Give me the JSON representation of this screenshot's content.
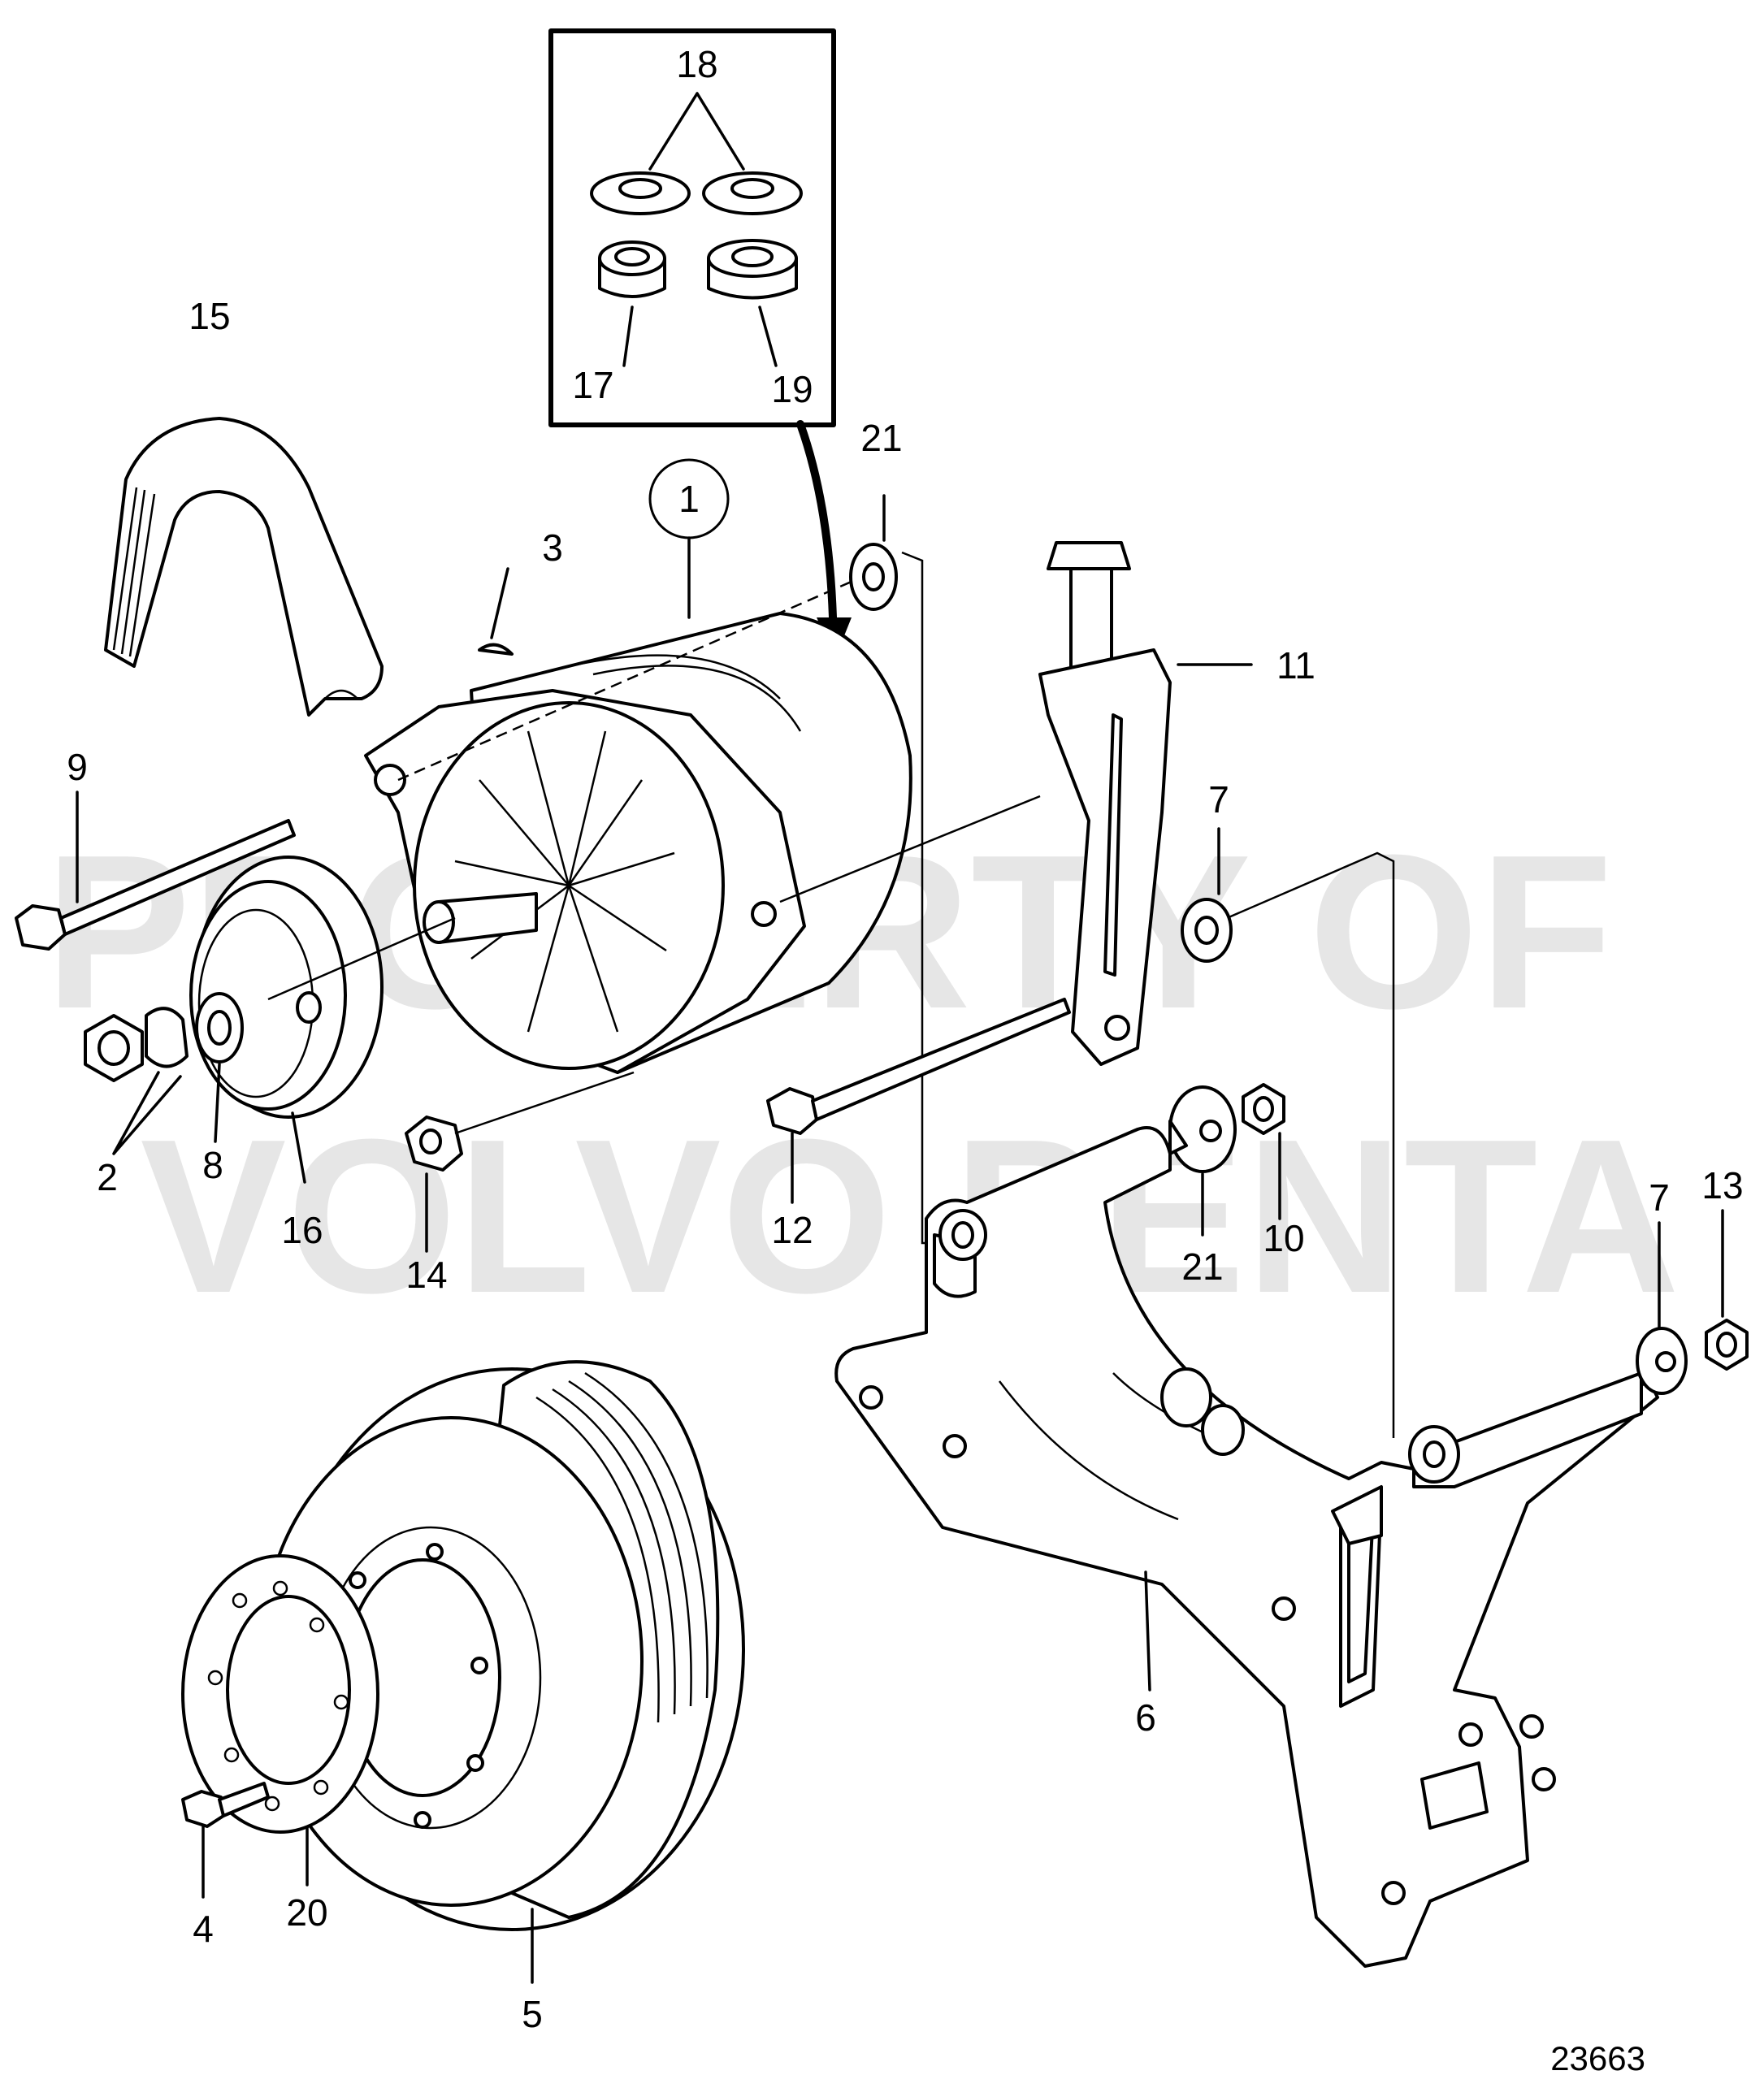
{
  "figure_number": "23663",
  "watermark": [
    "PROPERTY OF",
    "VOLVO PENTA"
  ],
  "callouts": [
    {
      "id": "c1",
      "text": "1",
      "circled": true
    },
    {
      "id": "c2",
      "text": "2"
    },
    {
      "id": "c3",
      "text": "3"
    },
    {
      "id": "c4",
      "text": "4"
    },
    {
      "id": "c5",
      "text": "5"
    },
    {
      "id": "c6",
      "text": "6"
    },
    {
      "id": "c7a",
      "text": "7"
    },
    {
      "id": "c7b",
      "text": "7"
    },
    {
      "id": "c8",
      "text": "8"
    },
    {
      "id": "c9",
      "text": "9"
    },
    {
      "id": "c10",
      "text": "10"
    },
    {
      "id": "c11",
      "text": "11"
    },
    {
      "id": "c12",
      "text": "12"
    },
    {
      "id": "c13",
      "text": "13"
    },
    {
      "id": "c14",
      "text": "14"
    },
    {
      "id": "c15",
      "text": "15"
    },
    {
      "id": "c16",
      "text": "16"
    },
    {
      "id": "c17",
      "text": "17"
    },
    {
      "id": "c18",
      "text": "18"
    },
    {
      "id": "c19",
      "text": "19"
    },
    {
      "id": "c20",
      "text": "20"
    },
    {
      "id": "c21a",
      "text": "21"
    },
    {
      "id": "c21b",
      "text": "21"
    }
  ]
}
